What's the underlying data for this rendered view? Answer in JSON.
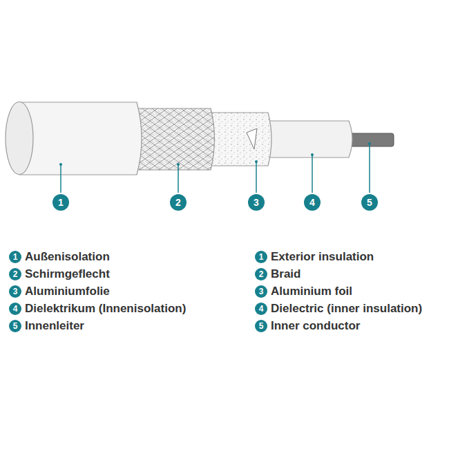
{
  "diagram": {
    "labels": [
      "1",
      "2",
      "3",
      "4",
      "5",
      "1",
      "Außenisolation",
      "2",
      "Schirmgeflecht",
      "3",
      "Aluminiumfolie",
      "4",
      "Dielektrikum (Innenisolation)",
      "5",
      "Innenleiter",
      "1",
      "Exterior insulation",
      "2",
      "Braid",
      "3",
      "Aluminium foil",
      "4",
      "Dielectric (inner insulation)",
      "5",
      "Inner conductor"
    ]
  }
}
